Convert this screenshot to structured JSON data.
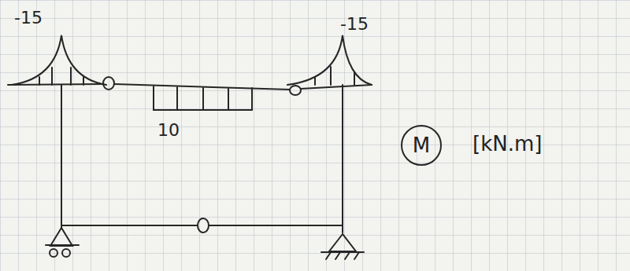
{
  "diagram": {
    "nodes": [
      {
        "text": [
          "M"
        ]
      }
    ],
    "labels": [
      "-15",
      "-15",
      "10",
      "[kN.m]"
    ]
  }
}
